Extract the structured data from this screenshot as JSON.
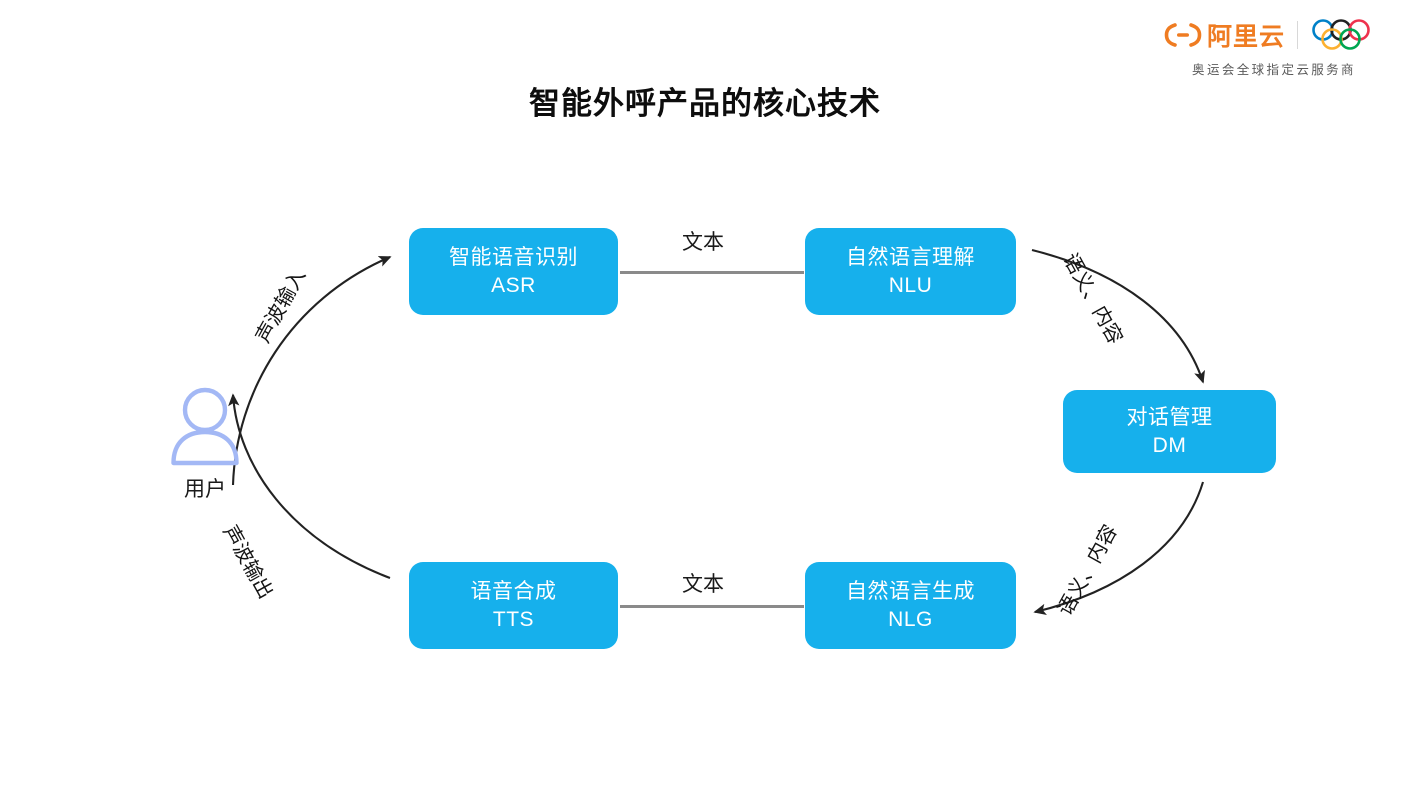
{
  "brand": {
    "logo_text": "阿里云",
    "logo_icon": "alibaba-cloud-mark",
    "rings_icon": "olympic-rings",
    "subtitle": "奥运会全球指定云服务商",
    "accent_color": "#EF7C22"
  },
  "slide": {
    "title": "智能外呼产品的核心技术",
    "background": "#FFFFFF"
  },
  "diagram": {
    "node_color": "#16B0EC",
    "node_text_color": "#FFFFFF",
    "connector_color": "#8A8A8A",
    "user_icon_color": "#A3B8F5",
    "nodes": [
      {
        "id": "asr",
        "cn": "智能语音识别",
        "en": "ASR"
      },
      {
        "id": "nlu",
        "cn": "自然语言理解",
        "en": "NLU"
      },
      {
        "id": "dm",
        "cn": "对话管理",
        "en": "DM"
      },
      {
        "id": "tts",
        "cn": "语音合成",
        "en": "TTS"
      },
      {
        "id": "nlg",
        "cn": "自然语言生成",
        "en": "NLG"
      }
    ],
    "edges": [
      {
        "id": "asr-to-nlu",
        "label": "文本"
      },
      {
        "id": "tts-to-nlg",
        "label": "文本"
      },
      {
        "id": "user-to-asr",
        "label": "声波输入"
      },
      {
        "id": "tts-to-user",
        "label": "声波输出"
      },
      {
        "id": "nlu-to-dm",
        "label": "语义、内容"
      },
      {
        "id": "dm-to-nlg",
        "label": "语义、内容"
      }
    ],
    "user": {
      "label": "用户",
      "icon": "user-avatar-icon"
    }
  }
}
